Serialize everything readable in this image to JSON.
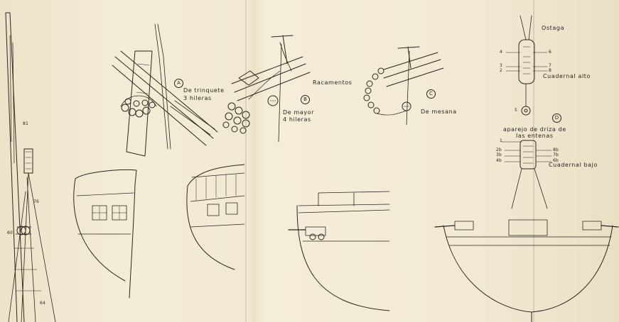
{
  "sheet": {
    "background": "#efe7cf",
    "ink": "#2a2620"
  },
  "details": {
    "a": {
      "marker": "A",
      "caption_line1": "De trinquete",
      "caption_line2": "3 hileras"
    },
    "b": {
      "marker": "B",
      "caption_line1": "De mayor",
      "caption_line2": "4 hileras"
    },
    "c": {
      "marker": "C",
      "caption": "De mesana"
    },
    "racamentos": "Racamentos",
    "d": {
      "marker": "D"
    }
  },
  "block_detail": {
    "ostaga": "Ostaga",
    "upper_numbers": [
      "4",
      "3",
      "2",
      "6",
      "7",
      "8"
    ],
    "upper_caption": "Cuadernal alto",
    "lower_single": "5",
    "tackle_line1": "aparejo de driza de",
    "tackle_line2": "las entenas",
    "lower_numbers_left": [
      "1",
      "2b",
      "3b",
      "4b"
    ],
    "lower_numbers_right": [
      "8b",
      "7b",
      "6b"
    ],
    "lower_caption": "Cuadernal bajo"
  },
  "mast_numbers": [
    "81",
    "76",
    "60",
    "64"
  ]
}
